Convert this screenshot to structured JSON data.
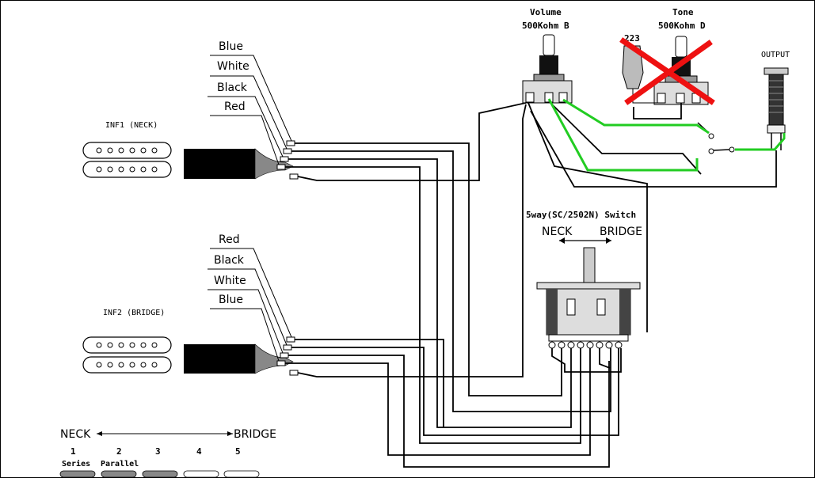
{
  "pickups": {
    "neck": {
      "label": "INF1 (NECK)",
      "leads": [
        "Blue",
        "White",
        "Black",
        "Red"
      ]
    },
    "bridge": {
      "label": "INF2 (BRIDGE)",
      "leads": [
        "Red",
        "Black",
        "White",
        "Blue"
      ]
    }
  },
  "volume": {
    "title": "Volume",
    "value": "500Kohm B"
  },
  "tone": {
    "title": "Tone",
    "value": "500Kohm D",
    "cap": "223",
    "status": "removed"
  },
  "output": {
    "label": "OUTPUT"
  },
  "switch": {
    "title": "5way(SC/2502N) Switch",
    "left": "NECK",
    "right": "BRIDGE"
  },
  "legend": {
    "left": "NECK",
    "right": "BRIDGE",
    "positions": [
      {
        "num": "1",
        "mode": "Series"
      },
      {
        "num": "2",
        "mode": "Parallel"
      },
      {
        "num": "3",
        "mode": ""
      },
      {
        "num": "4",
        "mode": ""
      },
      {
        "num": "5",
        "mode": ""
      }
    ]
  },
  "colors": {
    "ground_wire": "#22cc22",
    "cross_out": "#ee1111"
  }
}
